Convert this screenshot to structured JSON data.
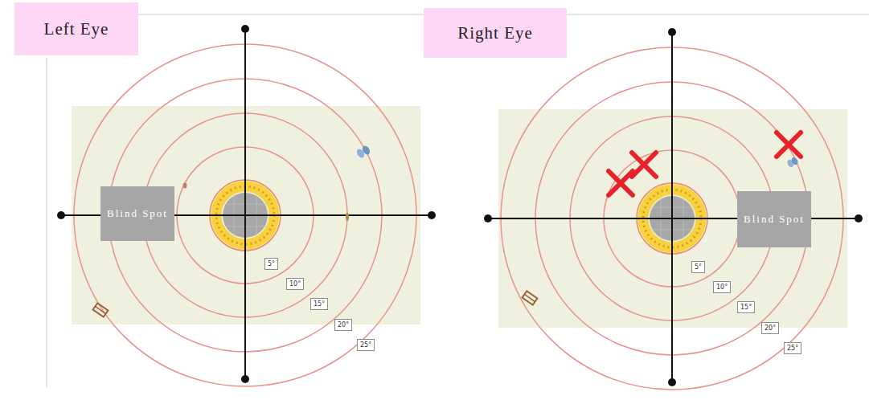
{
  "diagram": {
    "nodes": [
      {
        "text": [
          "Left Eye"
        ]
      },
      {
        "text": [
          "Blind Spot"
        ]
      },
      {
        "text": [
          "5°"
        ]
      },
      {
        "text": [
          "10°"
        ]
      },
      {
        "text": [
          "15°"
        ]
      },
      {
        "text": [
          "20°"
        ]
      },
      {
        "text": [
          "25°"
        ]
      },
      {
        "text": [
          "Right Eye"
        ]
      },
      {
        "text": [
          "Blind Spot"
        ]
      },
      {
        "text": [
          "5°"
        ]
      },
      {
        "text": [
          "10°"
        ]
      },
      {
        "text": [
          "15°"
        ]
      },
      {
        "text": [
          "20°"
        ]
      },
      {
        "text": [
          "25°"
        ]
      }
    ]
  }
}
